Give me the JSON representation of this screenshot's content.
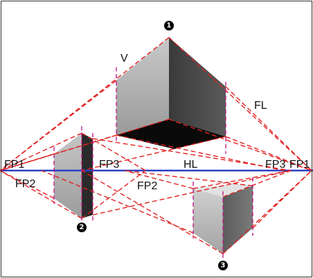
{
  "labels": {
    "v": "V",
    "fl": "FL",
    "hl": "HL",
    "fp1_left": "FP1",
    "fp2_left": "FP2",
    "fp3_center": "FP3",
    "fp2_center": "FP2",
    "fp3_right": "FP3",
    "fp1_right": "FP1"
  },
  "markers": [
    "1",
    "2",
    "3"
  ],
  "colors": {
    "horizon": "#2b3fc4",
    "construction": "#e02020",
    "vertical_guide": "#c0208a",
    "marker_fill": "#000000"
  }
}
